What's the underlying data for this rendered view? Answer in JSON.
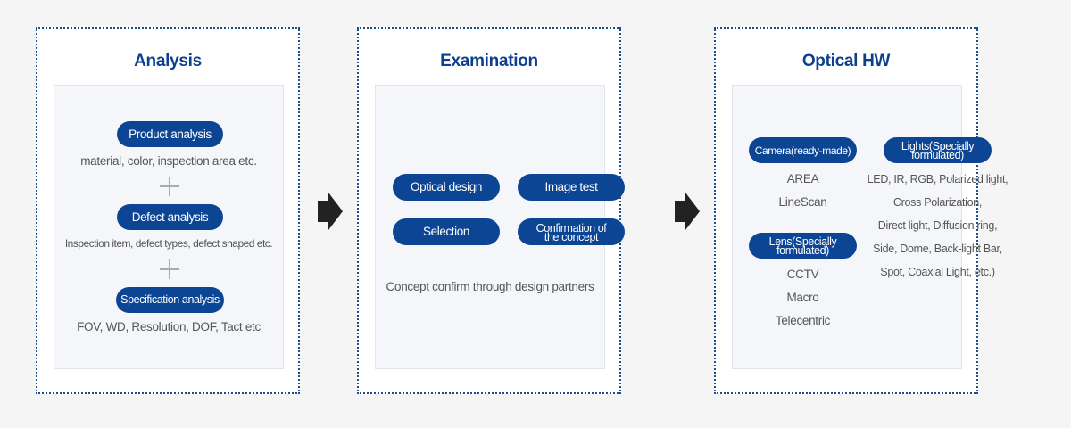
{
  "analysis": {
    "title": "Analysis",
    "product_label": "Product analysis",
    "product_desc": "material, color, inspection area etc.",
    "defect_label": "Defect analysis",
    "defect_desc": "Inspection item, defect types, defect shaped  etc.",
    "spec_label": "Specification analysis",
    "spec_desc": "FOV, WD, Resolution, DOF, Tact etc"
  },
  "examination": {
    "title": "Examination",
    "optical_design": "Optical design",
    "image_test": "Image test",
    "selection": "Selection",
    "confirmation_line1": "Confirmation of",
    "confirmation_line2": "the concept",
    "note": "Concept confirm through design partners"
  },
  "optical_hw": {
    "title": "Optical HW",
    "camera_label": "Camera(ready-made)",
    "camera_items": [
      "AREA",
      "LineScan"
    ],
    "lens_line1": "Lens(Specially",
    "lens_line2": "formulated)",
    "lens_items": [
      "CCTV",
      "Macro",
      "Telecentric"
    ],
    "lights_line1": "Lights(Specially",
    "lights_line2": "formulated)",
    "lights_items": [
      "LED, IR, RGB, Polarized light,",
      "Cross Polarization,",
      "Direct light, Diffusion ring,",
      "Side, Dome, Back-light Bar,",
      "Spot, Coaxial Light, etc.)"
    ]
  },
  "colors": {
    "pill_bg": "#0d4595",
    "title": "#0d3f8f",
    "border": "#1e4d8c",
    "arrow": "#222222"
  }
}
